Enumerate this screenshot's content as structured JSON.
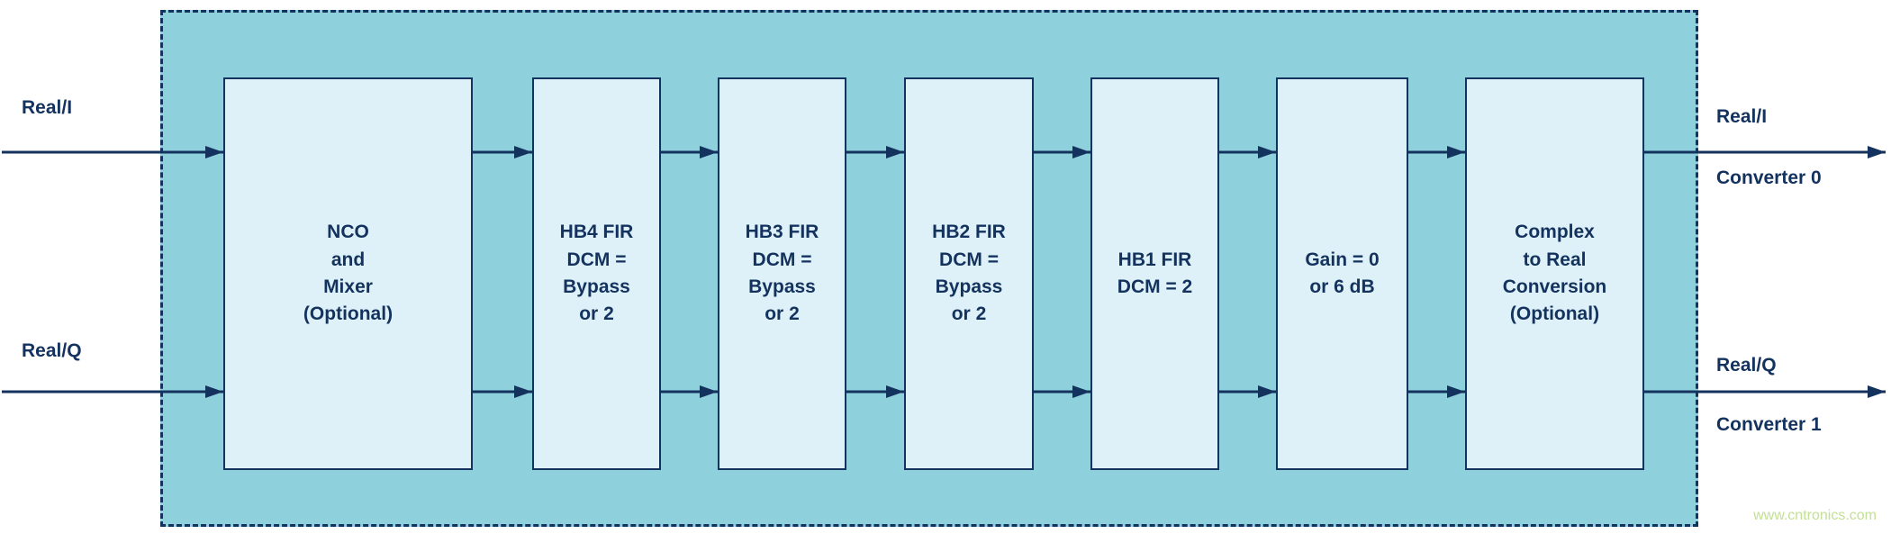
{
  "inputs": [
    {
      "label": "Real/I"
    },
    {
      "label": "Real/Q"
    }
  ],
  "outputs": [
    {
      "label": "Real/I",
      "sublabel": "Converter 0"
    },
    {
      "label": "Real/Q",
      "sublabel": "Converter 1"
    }
  ],
  "blocks": [
    {
      "name": "nco-mixer",
      "label": "NCO\nand\nMixer\n(Optional)"
    },
    {
      "name": "hb4-fir",
      "label": "HB4 FIR\nDCM =\nBypass\nor 2"
    },
    {
      "name": "hb3-fir",
      "label": "HB3 FIR\nDCM =\nBypass\nor 2"
    },
    {
      "name": "hb2-fir",
      "label": "HB2 FIR\nDCM =\nBypass\nor 2"
    },
    {
      "name": "hb1-fir",
      "label": "HB1 FIR\nDCM = 2"
    },
    {
      "name": "gain",
      "label": "Gain = 0\nor 6 dB"
    },
    {
      "name": "complex-to-real",
      "label": "Complex\nto Real\nConversion\n(Optional)"
    }
  ],
  "watermark": "www.cntronics.com",
  "colors": {
    "background": "#ffffff",
    "container_fill": "#8ed1dd",
    "outline": "#14325e",
    "block_fill": "#def1f8",
    "text": "#14325e",
    "arrow": "#14325e",
    "watermark": "#c3e094"
  }
}
